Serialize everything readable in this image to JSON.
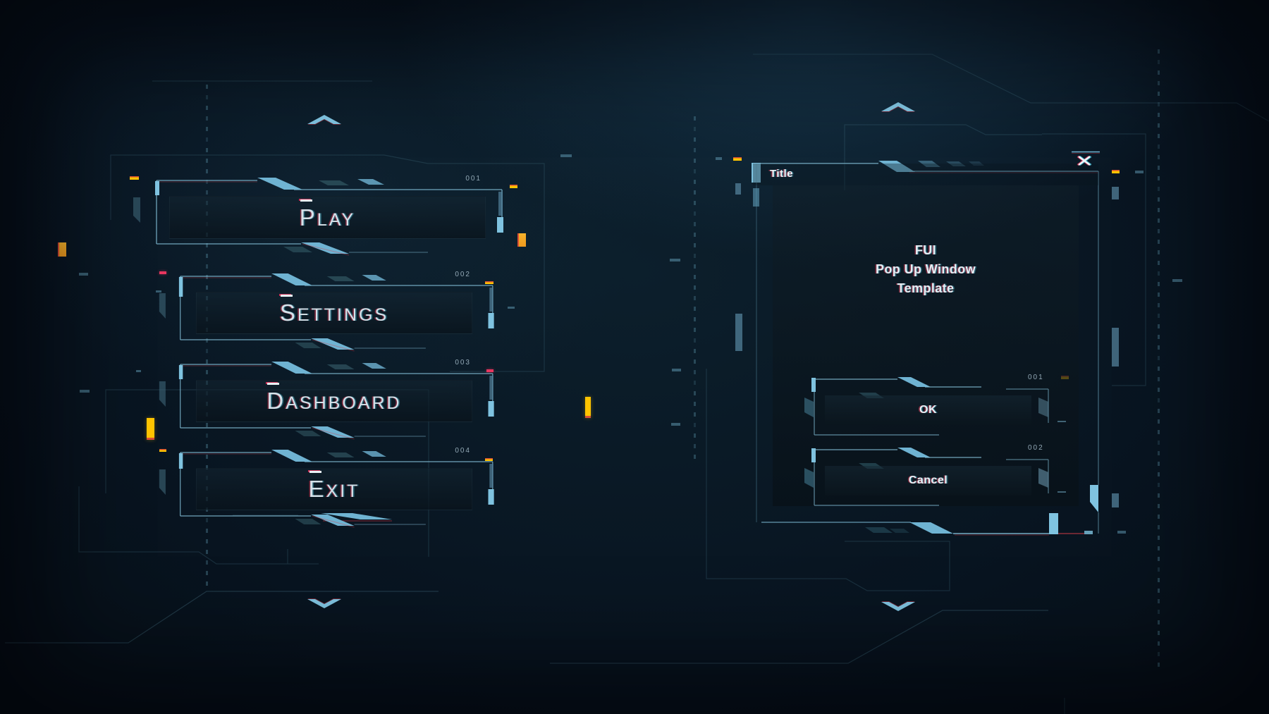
{
  "menu": {
    "items": [
      {
        "label": "PLAY",
        "number": "001"
      },
      {
        "label": "SETTINGS",
        "number": "002"
      },
      {
        "label": "DASHBOARD",
        "number": "003"
      },
      {
        "label": "EXIT",
        "number": "004"
      }
    ]
  },
  "popup": {
    "title": "Title",
    "close_icon": "x-icon",
    "body_lines": [
      "FUI",
      "Pop Up Window",
      "Template"
    ],
    "buttons": [
      {
        "label": "OK",
        "number": "001"
      },
      {
        "label": "Cancel",
        "number": "002"
      }
    ]
  },
  "colors": {
    "accent_blue": "#7fc3e0",
    "accent_yellow": "#ffc400",
    "accent_red": "#e8365f",
    "line_teal": "#4f8ba3",
    "text": "#d5e2ea"
  }
}
